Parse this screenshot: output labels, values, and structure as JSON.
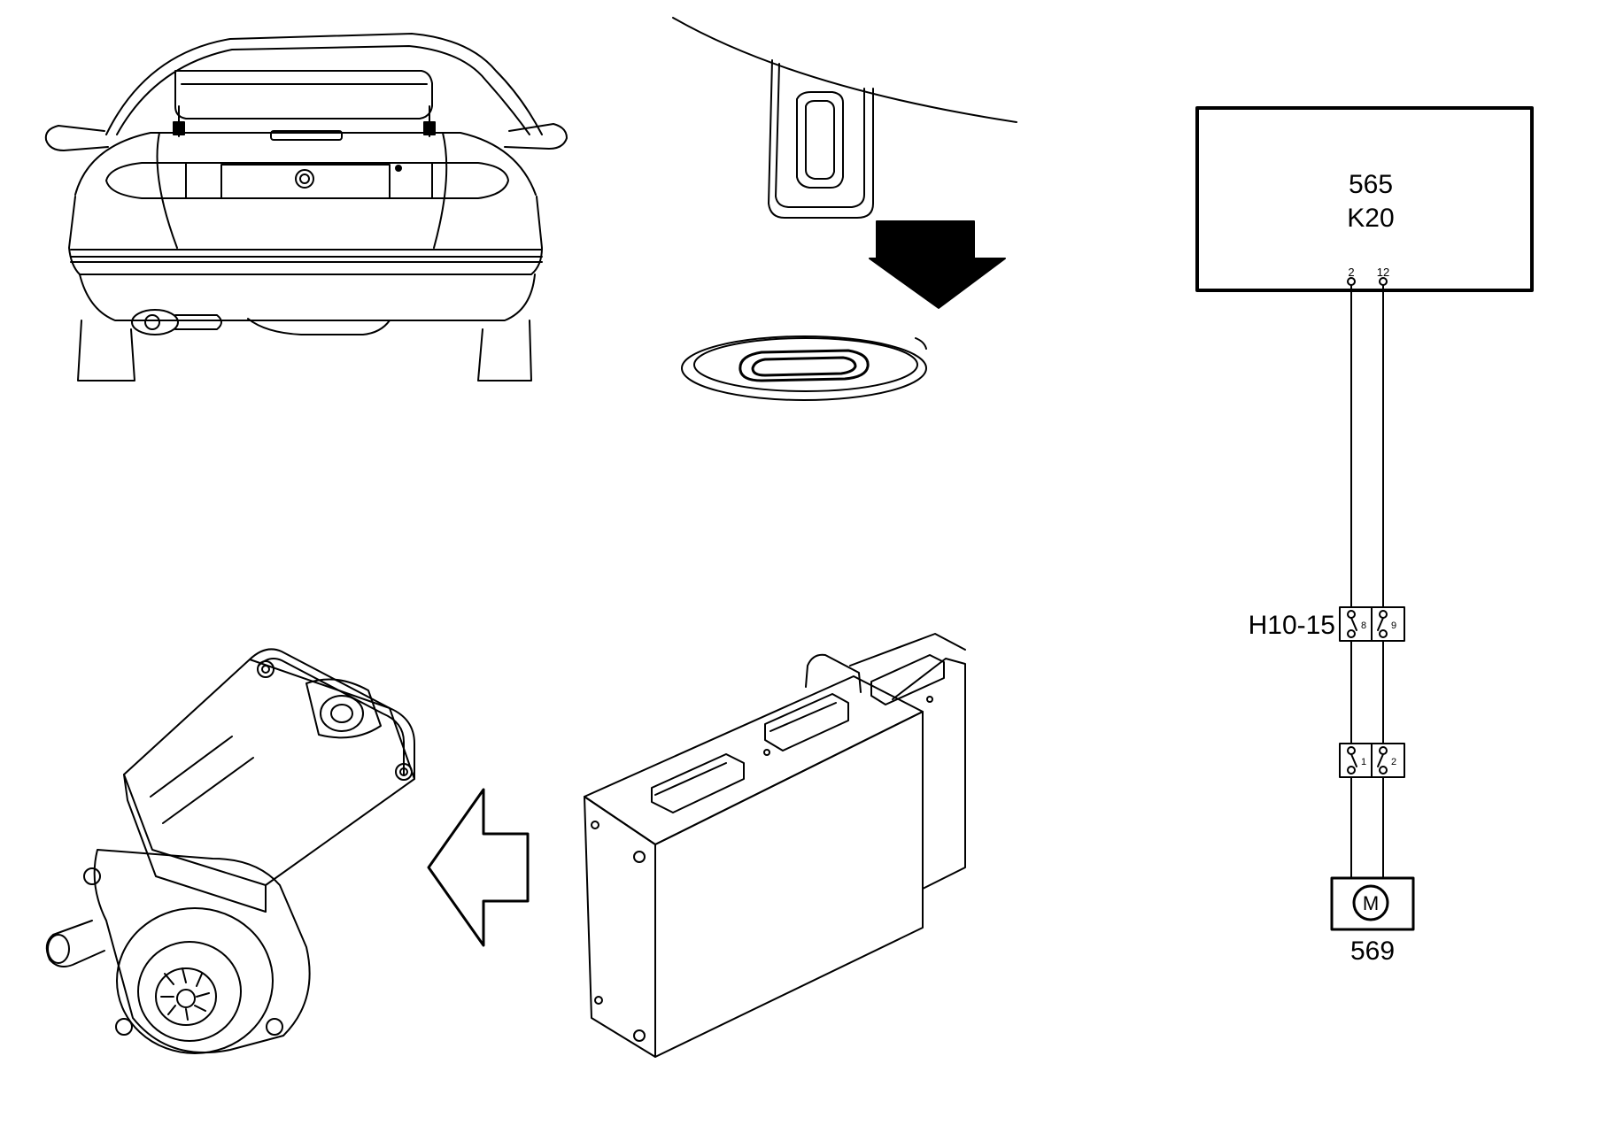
{
  "schematic": {
    "module": {
      "number": "565",
      "code": "K20",
      "pins": [
        "2",
        "12"
      ]
    },
    "connector_a": {
      "label": "H10-15",
      "pins": [
        "8",
        "9"
      ]
    },
    "connector_b": {
      "pins": [
        "1",
        "2"
      ]
    },
    "motor": {
      "symbol": "M",
      "number": "569"
    }
  }
}
